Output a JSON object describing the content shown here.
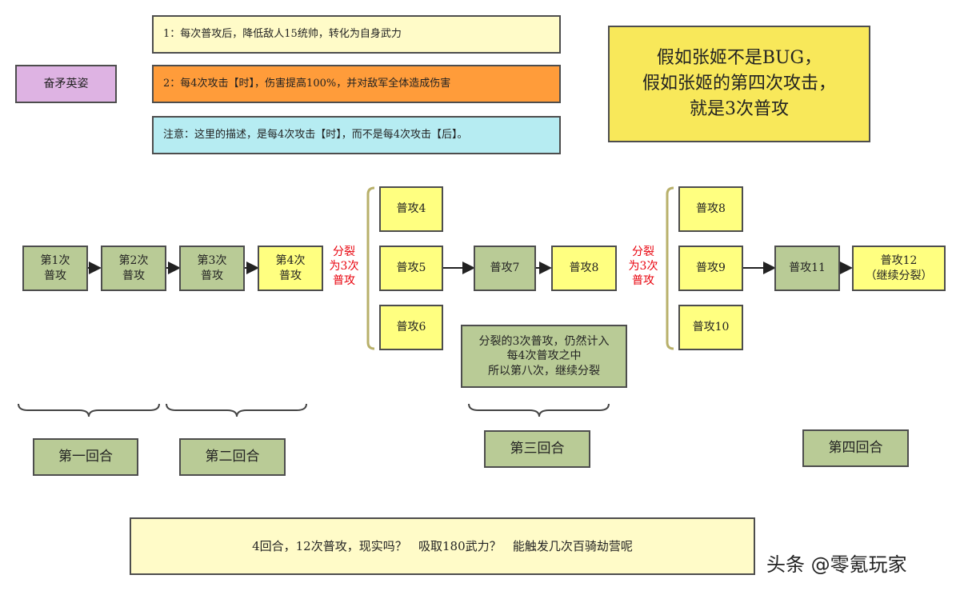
{
  "notes": {
    "skill_name": "奋矛英姿",
    "effect1": "1：每次普攻后，降低敌人15统帅，转化为自身武力",
    "effect2": "2：每4次攻击【时】，伤害提高100%，并对敌军全体造成伤害",
    "caution": "注意：这里的描述，是每4次攻击【时】，而不是每4次攻击【后】。"
  },
  "hypothesis": [
    "假如张姬不是BUG，",
    "假如张姬的第四次攻击，",
    "就是3次普攻"
  ],
  "flow": {
    "attack1": [
      "第1次",
      "普攻"
    ],
    "attack2": [
      "第2次",
      "普攻"
    ],
    "attack3": [
      "第3次",
      "普攻"
    ],
    "attack4": [
      "第4次",
      "普攻"
    ],
    "split_label": [
      "分裂",
      "为3次",
      "普攻"
    ],
    "a4": "普攻4",
    "a5": "普攻5",
    "a6": "普攻6",
    "a7": "普攻7",
    "a8_mid": "普攻8",
    "explain": [
      "分裂的3次普攻，仍然计入",
      "每4次普攻之中",
      "所以第八次，继续分裂"
    ],
    "a8": "普攻8",
    "a9": "普攻9",
    "a10": "普攻10",
    "a11": "普攻11",
    "a12": [
      "普攻12",
      "（继续分裂）"
    ]
  },
  "rounds": {
    "r1": "第一回合",
    "r2": "第二回合",
    "r3": "第三回合",
    "r4": "第四回合"
  },
  "summary": "4回合，12次普攻，现实吗？   吸取180武力？   能触发几次百骑劫营呢",
  "watermark": "头条 @零氪玩家",
  "colors": {
    "green": "#b9cb96",
    "yellow": "#ffff80",
    "orange": "#ff9c3a",
    "cyan": "#b6ecf2",
    "purple": "#deb3e3",
    "red_text": "#e8000b"
  }
}
